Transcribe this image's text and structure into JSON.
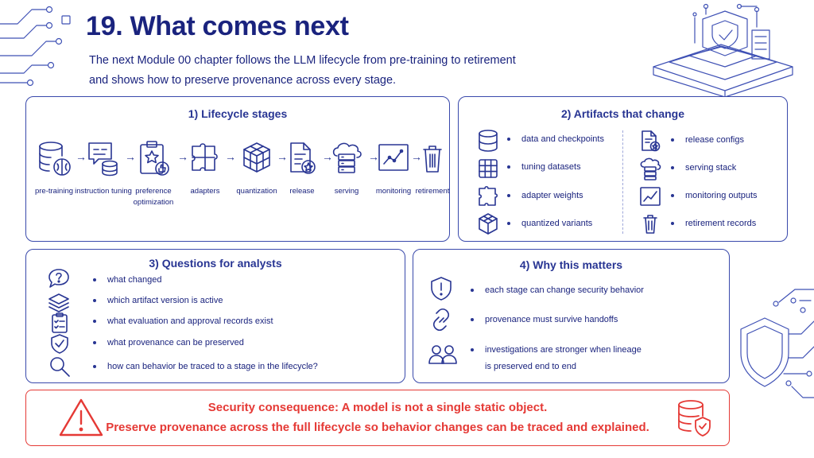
{
  "title": "19. What comes next",
  "subtitle_lines": [
    "The next Module 00 chapter follows the LLM lifecycle from pre-training to retirement",
    "and shows how to preserve provenance across every stage."
  ],
  "lifecycle": {
    "title": "1) Lifecycle stages",
    "stages": [
      {
        "label": "pre-training",
        "icon": "database-brain-icon"
      },
      {
        "label": "instruction tuning",
        "icon": "chat-database-icon"
      },
      {
        "label": "preference optimization",
        "icon": "clipboard-star-icon"
      },
      {
        "label": "adapters",
        "icon": "puzzle-icon"
      },
      {
        "label": "quantization",
        "icon": "cube-icon"
      },
      {
        "label": "release",
        "icon": "document-badge-icon"
      },
      {
        "label": "serving",
        "icon": "cloud-server-icon"
      },
      {
        "label": "monitoring",
        "icon": "chart-line-icon"
      },
      {
        "label": "retirement",
        "icon": "trash-icon"
      }
    ]
  },
  "artifacts": {
    "title": "2) Artifacts that change",
    "left": [
      {
        "label": "data and checkpoints",
        "icon": "database-icon"
      },
      {
        "label": "tuning datasets",
        "icon": "grid-icon"
      },
      {
        "label": "adapter weights",
        "icon": "puzzle-icon"
      },
      {
        "label": "quantized variants",
        "icon": "cube-icon"
      }
    ],
    "right": [
      {
        "label": "release configs",
        "icon": "document-badge-icon"
      },
      {
        "label": "serving stack",
        "icon": "cloud-server-icon"
      },
      {
        "label": "monitoring outputs",
        "icon": "chart-line-icon"
      },
      {
        "label": "retirement records",
        "icon": "trash-icon"
      }
    ]
  },
  "questions": {
    "title": "3) Questions for analysts",
    "items": [
      {
        "label": "what changed",
        "icon": "question-bubble-icon"
      },
      {
        "label": "which artifact version is active",
        "icon": "layers-icon"
      },
      {
        "label": "what evaluation and approval records exist",
        "icon": "checklist-icon"
      },
      {
        "label": "what provenance can be preserved",
        "icon": "shield-check-icon"
      },
      {
        "label": "how can behavior be traced to a stage in the lifecycle?",
        "icon": "magnifier-icon"
      }
    ]
  },
  "why": {
    "title": "4) Why this matters",
    "items": [
      {
        "lines": [
          "each stage can change security behavior"
        ],
        "icon": "shield-alert-icon"
      },
      {
        "lines": [
          "provenance must survive handoffs"
        ],
        "icon": "link-icon"
      },
      {
        "lines": [
          "investigations are stronger when lineage",
          "is preserved end to end"
        ],
        "icon": "users-icon"
      }
    ]
  },
  "security": {
    "line1": "Security consequence: A model is not a single static object.",
    "line2": "Preserve provenance across the full lifecycle so behavior changes can be traced and explained.",
    "alert_color": "#e53935"
  },
  "colors": {
    "accent": "#283593",
    "title": "#1a237e",
    "alert": "#e53935"
  }
}
